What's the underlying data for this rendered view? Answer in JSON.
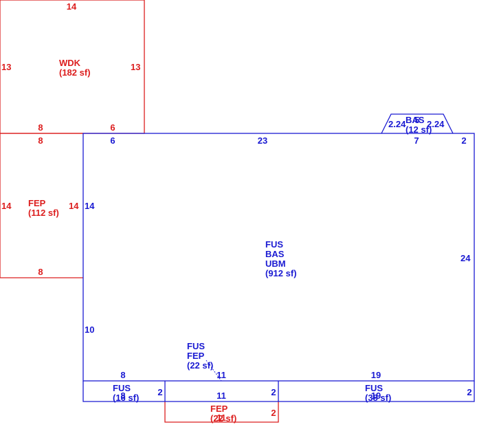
{
  "colors": {
    "red": "#dc1e1e",
    "blue": "#1a1ad2"
  },
  "wdk": {
    "top": "14",
    "left": "13",
    "right": "13",
    "bottom_left": "8",
    "bottom_right": "6",
    "name": "WDK",
    "area": "(182 sf)"
  },
  "fep_left": {
    "top": "8",
    "left": "14",
    "right": "14",
    "bottom": "8",
    "name": "FEP",
    "area": "(112 sf)"
  },
  "main": {
    "top_a": "6",
    "top_b": "23",
    "top_c": "7",
    "top_d": "2",
    "left_a": "14",
    "left_b": "10",
    "right": "24",
    "names": [
      "FUS",
      "BAS",
      "UBM"
    ],
    "area": "(912 sf)",
    "bottom_a": "8",
    "bottom_b": "11",
    "bottom_c": "19"
  },
  "bay": {
    "left": "2.24",
    "mid": "5",
    "right": "2.24",
    "name": "BAS",
    "area": "(12 sf)"
  },
  "fus_fep": {
    "names": [
      "FUS",
      "FEP"
    ],
    "area": "(22 sf)"
  },
  "fus_small_left": {
    "name": "FUS",
    "area": "(16 sf)",
    "inner": "8",
    "right": "2"
  },
  "fus_mid_strip": {
    "dim_bottom": "11",
    "right": "2"
  },
  "fus_right": {
    "name": "FUS",
    "area": "(38 sf)",
    "inner": "19",
    "right": "2"
  },
  "fep_bottom": {
    "name": "FEP",
    "area": "(22 sf)",
    "inner": "11",
    "right": "2"
  }
}
